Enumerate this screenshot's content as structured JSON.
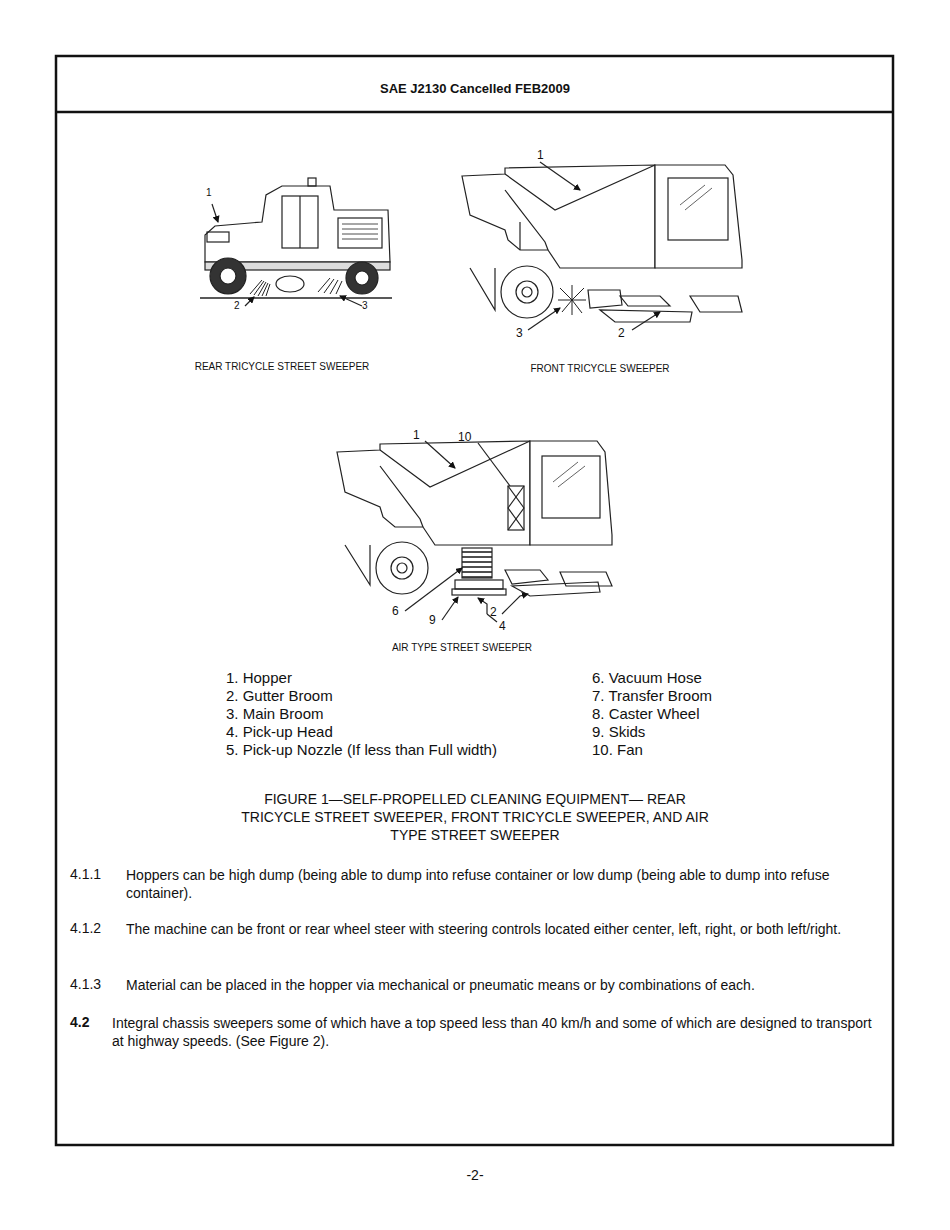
{
  "diagram": {
    "title": "SAE J2130 Cancelled FEB2009",
    "caption": "FIGURE 1—SELF-PROPELLED CLEANING EQUIPMENT— REAR TRICYCLE STREET SWEEPER, FRONT TRICYCLE SWEEPER, AND AIR TYPE STREET SWEEPER",
    "labels": [
      "1",
      "2",
      "3",
      "REAR TRICYCLE STREET SWEEPER",
      "1",
      "3",
      "2",
      "FRONT TRICYCLE SWEEPER",
      "1",
      "10",
      "6",
      "9",
      "2",
      "4",
      "AIR TYPE STREET SWEEPER",
      "1. Hopper",
      "2. Gutter Broom",
      "3. Main Broom",
      "4. Pick-up Head",
      "5. Pick-up Nozzle (If less than Full width)",
      "6. Vacuum Hose",
      "7. Transfer Broom",
      "8. Caster Wheel",
      "9. Skids",
      "10. Fan",
      "4.1.1",
      "Hoppers can be high dump (being able to dump into refuse container or low dump (being able to dump into refuse container).",
      "4.1.2",
      "The machine can be front or rear wheel steer with steering controls located either center, left, right, or both left/right.",
      "4.1.3",
      "Material can be placed in the hopper via mechanical or pneumatic means or by combinations of each.",
      "4.2",
      "Integral chassis sweepers some of which have a top speed less than 40 km/h and some of which are designed to transport at highway speeds.  (See Figure 2).",
      "-2-"
    ]
  }
}
